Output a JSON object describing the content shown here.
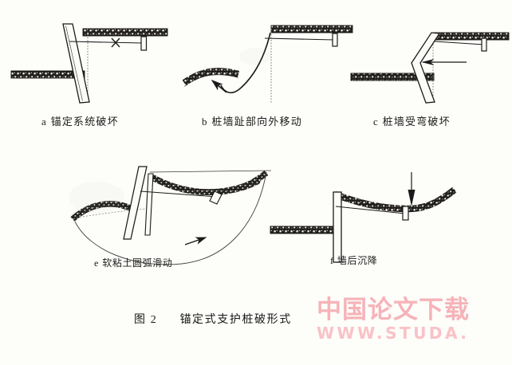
{
  "figure": {
    "title_number": "图 2",
    "title_text": "锚定式支护桩破形式",
    "background_color": "#fdfdfa",
    "ink_color": "#1a1a1a"
  },
  "panels": [
    {
      "id": "a",
      "index_label": "a",
      "caption": "锚定系统破坏",
      "description": "锚定系统破坏 — anchor system failure: tilted pile wall with broken tie rod marked X"
    },
    {
      "id": "b",
      "index_label": "b",
      "caption": "桩墙趾部向外移动",
      "description": "桩墙趾部向外移动 — outward movement of pile wall toe"
    },
    {
      "id": "c",
      "index_label": "c",
      "caption": "桩墙受弯破坏",
      "description": "桩墙受弯破坏 — bending failure of pile wall"
    },
    {
      "id": "e",
      "index_label": "e",
      "caption": "软粘土圆弧滑动",
      "description": "软粘土圆弧滑动 — circular arc slip in soft clay"
    },
    {
      "id": "f",
      "index_label": "f",
      "caption": "墙后沉降",
      "description": "墙后沉降 — settlement behind the wall"
    }
  ],
  "watermark": {
    "chinese": "中国论文下载",
    "url": "WWW.STUDA.",
    "color_chinese": "#f6b3b8",
    "color_url": "#f9c2c6"
  }
}
